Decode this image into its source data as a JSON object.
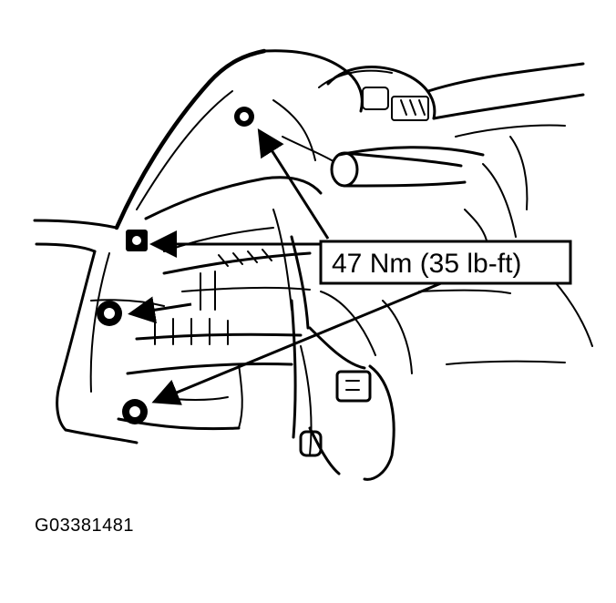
{
  "diagram": {
    "callout": {
      "text": "47 Nm (35 lb-ft)"
    },
    "figure_id": "G03381481",
    "fastener_count": 4,
    "colors": {
      "ink": "#000000",
      "background": "#ffffff"
    }
  }
}
